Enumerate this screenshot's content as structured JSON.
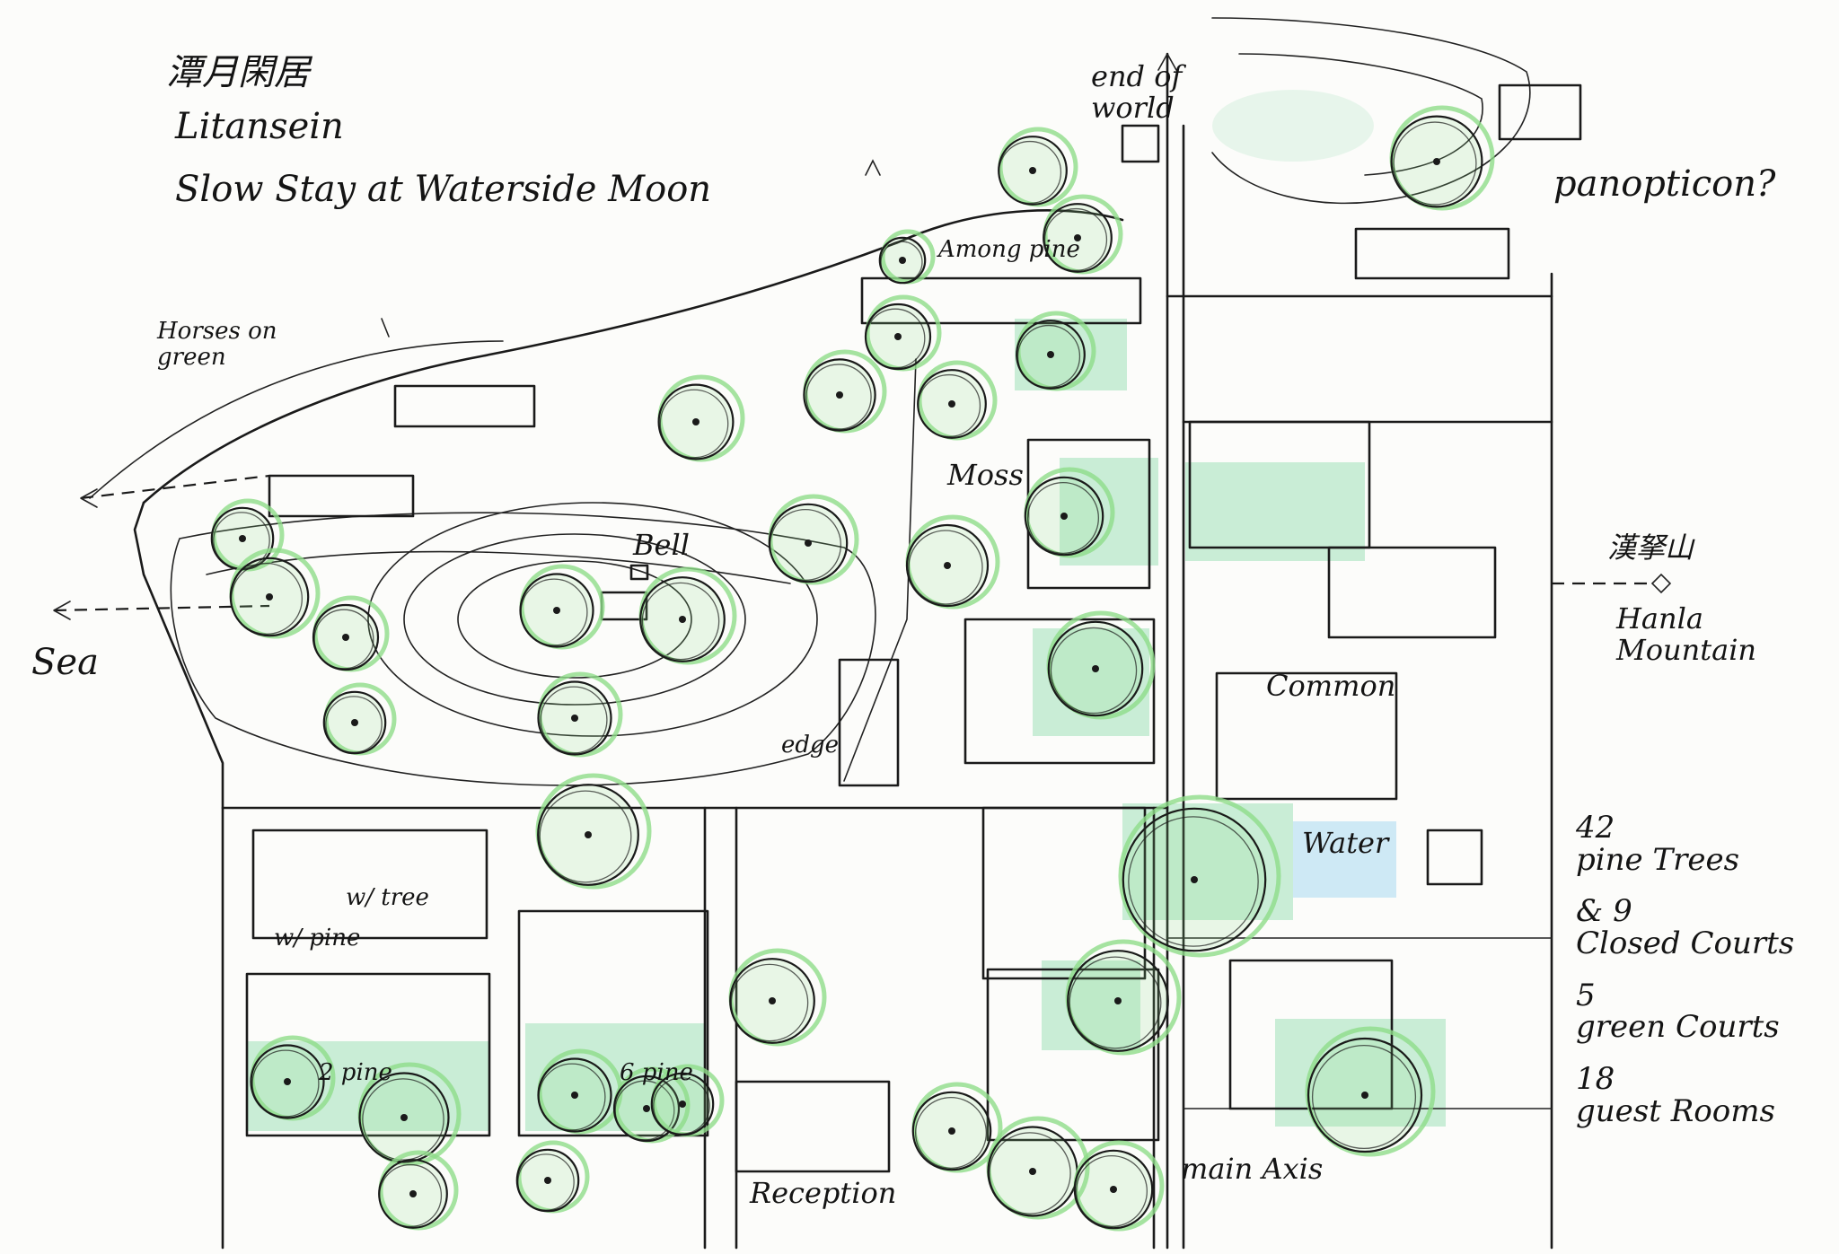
{
  "title": {
    "chinese": "潭月閑居",
    "romanized": "Litansein",
    "english": "Slow Stay at Waterside Moon"
  },
  "labels": {
    "end_of_world": "end of world",
    "panopticon": "panopticon?",
    "horses": "Horses on green",
    "among_pine": "Among pine",
    "moss": "Moss",
    "bell": "Bell",
    "sea": "Sea",
    "hanla_cn": "漢拏山",
    "hanla": "Hanla Mountain",
    "common": "Common",
    "water": "Water",
    "pine_tree_court": "w/ tree",
    "pine_court": "w/ pine",
    "two_pine": "2 pine",
    "six_pine": "6 pine",
    "edge": "edge",
    "reception": "Reception",
    "main_axis": "main Axis"
  },
  "stats": [
    {
      "value": "42",
      "label": "pine Trees"
    },
    {
      "value": "& 9",
      "label": "Closed Courts"
    },
    {
      "value": "5",
      "label": "green Courts"
    },
    {
      "value": "18",
      "label": "guest Rooms"
    }
  ],
  "colors": {
    "ink": "#1a1a1a",
    "pine_green": "#8fdc8a",
    "court_green": "#9fe0b8",
    "water_blue": "#a8d8f0",
    "paper": "#fcfcfa"
  }
}
